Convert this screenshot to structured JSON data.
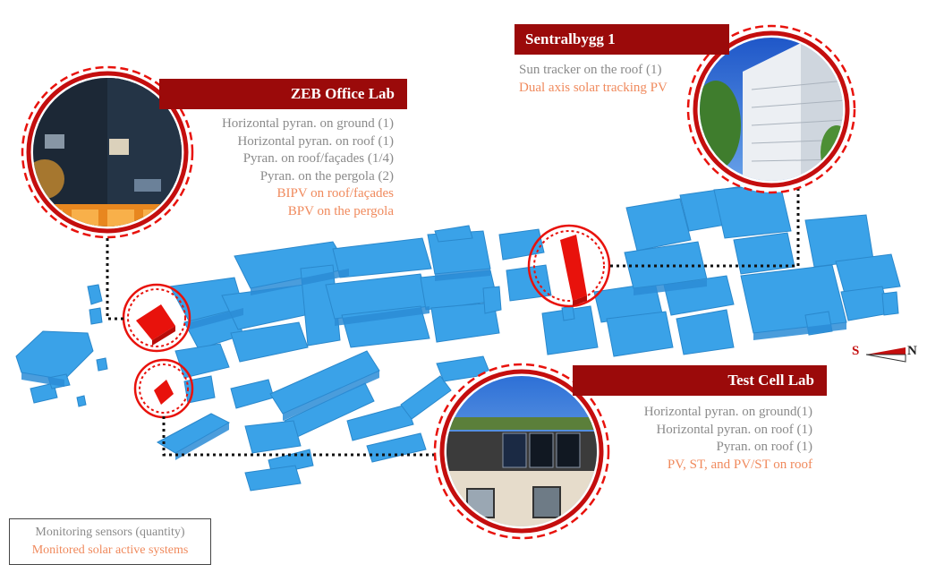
{
  "labs": [
    {
      "id": "zeb",
      "title": "ZEB Office Lab",
      "sensors": [
        "Horizontal pyran. on ground (1)",
        "Horizontal pyran. on roof (1)",
        "Pyran. on roof/façades (1/4)",
        "Pyran. on the pergola (2)"
      ],
      "systems": [
        "BIPV on roof/façades",
        "BPV on the pergola"
      ]
    },
    {
      "id": "sentral",
      "title": "Sentralbygg 1",
      "sensors": [
        "Sun tracker on the roof (1)"
      ],
      "systems": [
        "Dual axis solar tracking PV"
      ]
    },
    {
      "id": "testcell",
      "title": "Test Cell Lab",
      "sensors": [
        "Horizontal pyran. on ground(1)",
        "Horizontal pyran. on roof (1)",
        "Pyran. on roof (1)"
      ],
      "systems": [
        "PV, ST, and PV/ST on roof"
      ]
    }
  ],
  "legend": {
    "sensors": "Monitoring sensors (quantity)",
    "systems": "Monitored solar active systems"
  },
  "compass": {
    "south": "S",
    "north": "N"
  },
  "colors": {
    "building": "#3aa2e8",
    "highlight": "#e8120c",
    "banner": "#9b0a0a",
    "sensor_text": "#8a8a8a",
    "system_text": "#f08a5d"
  }
}
